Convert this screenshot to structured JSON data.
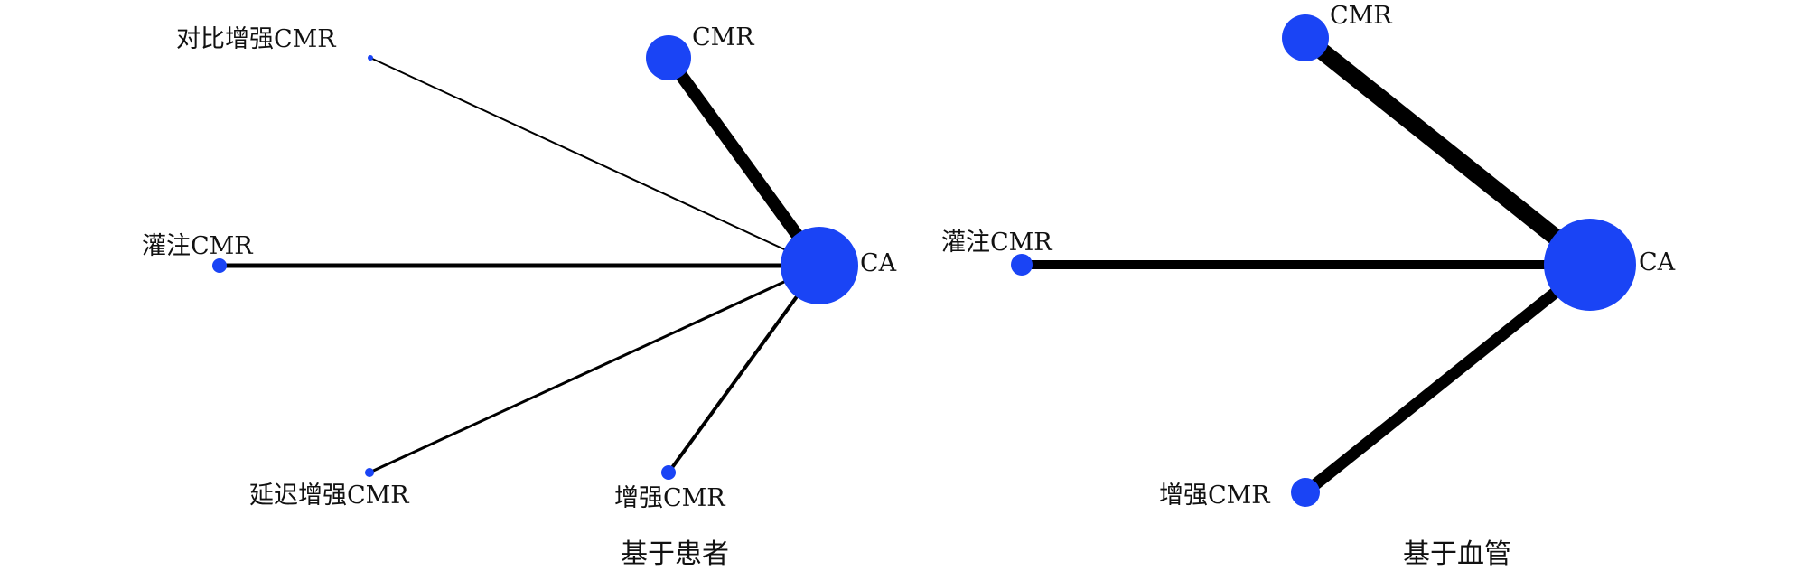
{
  "colors": {
    "node": "#1a44f5",
    "edge": "#000000",
    "text": "#111111"
  },
  "panels": [
    {
      "caption": "基于患者",
      "nodes": {
        "contrast_cmr": "对比增强CMR",
        "cmr": "CMR",
        "perfusion_cmr": "灌注CMR",
        "ca": "CA",
        "late_enhancement_cmr": "延迟增强CMR",
        "enhanced_cmr": "增强CMR"
      }
    },
    {
      "caption": "基于血管",
      "nodes": {
        "cmr": "CMR",
        "perfusion_cmr": "灌注CMR",
        "ca": "CA",
        "enhanced_cmr": "增强CMR"
      }
    }
  ]
}
